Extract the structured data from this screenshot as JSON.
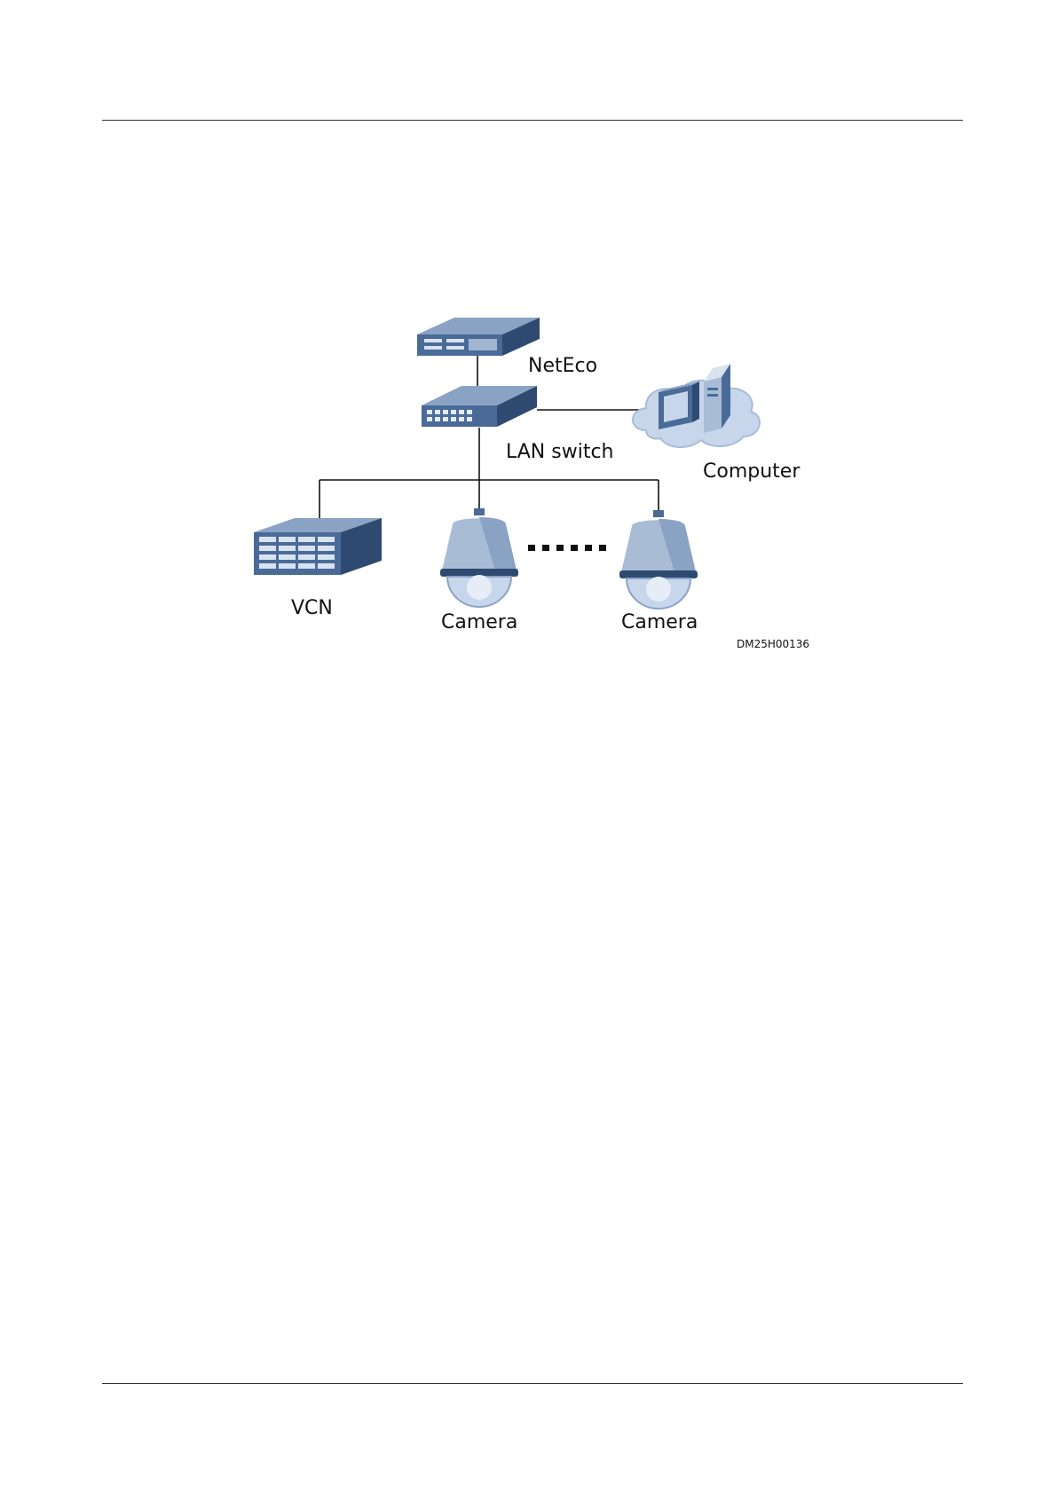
{
  "diagram": {
    "nodes": {
      "neteco": "NetEco",
      "lan_switch": "LAN switch",
      "computer": "Computer",
      "vcn": "VCN",
      "camera_1": "Camera",
      "camera_2": "Camera"
    },
    "figure_code": "DM25H00136",
    "edges": [
      [
        "NetEco",
        "LAN switch"
      ],
      [
        "LAN switch",
        "Computer"
      ],
      [
        "LAN switch",
        "VCN"
      ],
      [
        "LAN switch",
        "Camera"
      ],
      [
        "LAN switch",
        "Camera"
      ]
    ]
  },
  "colors": {
    "device_dark": "#2e4a70",
    "device_mid": "#4a6b98",
    "device_light": "#a9bcd6",
    "cloud": "#c7d6ea",
    "line": "#111111"
  }
}
